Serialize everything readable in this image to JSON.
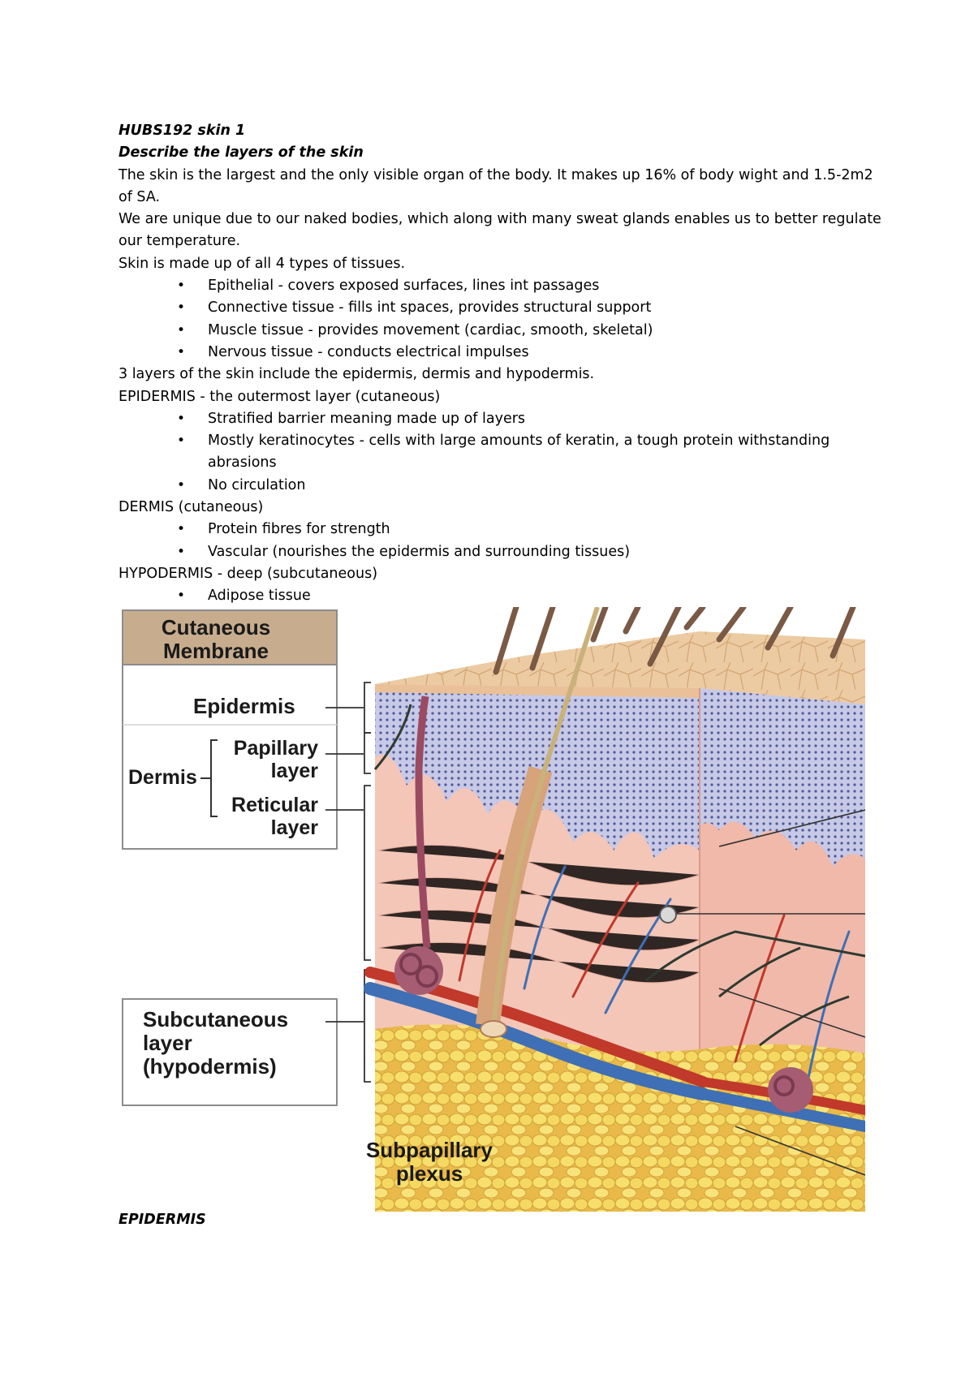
{
  "doc": {
    "title": "HUBS192 skin 1",
    "subtitle": "Describe the layers of the skin",
    "p1": "The skin is the largest and the only visible organ of the body. It makes up 16% of body wight and 1.5-2m2 of SA.",
    "p2": "We are unique due to our naked bodies, which along with many sweat glands enables us to better regulate our temperature.",
    "p3": "Skin is made up of all 4 types of tissues.",
    "tissues": [
      "Epithelial - covers exposed surfaces, lines int passages",
      "Connective tissue - fills int spaces, provides structural support",
      "Muscle tissue - provides movement (cardiac, smooth, skeletal)",
      "Nervous tissue - conducts electrical impulses"
    ],
    "p4": "3 layers of the skin include the epidermis, dermis and hypodermis.",
    "epidermis_heading": "EPIDERMIS - the outermost layer (cutaneous)",
    "epidermis_points": [
      "Stratified barrier meaning made up of layers",
      "Mostly keratinocytes - cells with large amounts of keratin, a tough protein withstanding abrasions",
      "No circulation"
    ],
    "dermis_heading": "DERMIS (cutaneous)",
    "dermis_points": [
      "Protein fibres for strength",
      "Vascular (nourishes the epidermis and surrounding tissues)"
    ],
    "hypodermis_heading": "HYPODERMIS - deep (subcutaneous)",
    "hypodermis_points": [
      "Adipose tissue"
    ],
    "footer_heading": "EPIDERMIS"
  },
  "figure": {
    "membrane_header": "Cutaneous Membrane",
    "epidermis": "Epidermis",
    "dermis": "Dermis",
    "papillary": "Papillary layer",
    "reticular": "Reticular layer",
    "subcutaneous": "Subcutaneous layer (hypodermis)",
    "subpapillary": "Subpapillary plexus"
  },
  "colors": {
    "header_fill": "#c7ad8e",
    "skin_surface": "#e8c49a",
    "epidermis_band": "#b9bfe0",
    "dermis": "#f2c9bf",
    "fat": "#f2d45a",
    "artery": "#c0392b",
    "vein": "#3f6fb5"
  }
}
